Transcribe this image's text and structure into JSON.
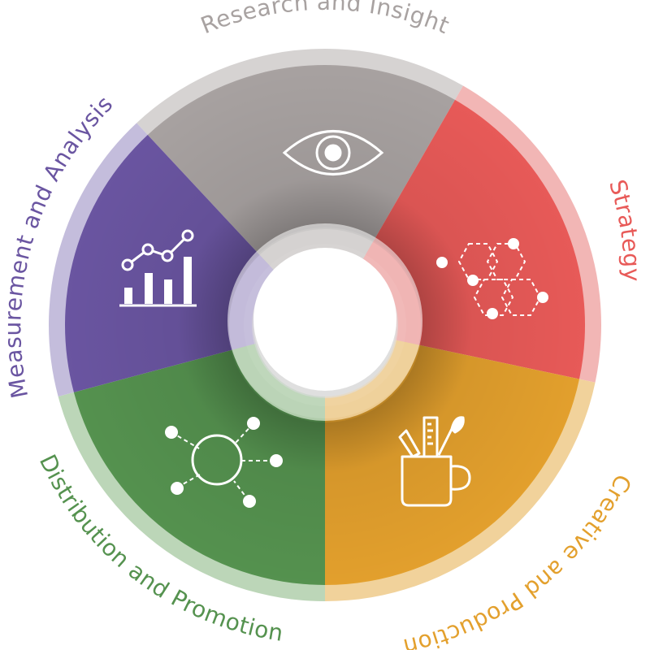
{
  "diagram": {
    "segments": [
      {
        "key": "research",
        "label": "Research and Insight",
        "color": "#a8a2a1",
        "outer_ring_color": "#d6d3d2",
        "label_color": "#a8a2a1",
        "icon": "eye-icon"
      },
      {
        "key": "strategy",
        "label": "Strategy",
        "color": "#e85a58",
        "outer_ring_color": "#f2b6b5",
        "label_color": "#e85a58",
        "icon": "connected-hexagons-icon"
      },
      {
        "key": "creative",
        "label": "Creative and Production",
        "color": "#e3a02d",
        "outer_ring_color": "#f1d29b",
        "label_color": "#e3a02d",
        "icon": "pencil-cup-icon"
      },
      {
        "key": "distribution",
        "label": "Distribution and Promotion",
        "color": "#55924f",
        "outer_ring_color": "#bcd6b8",
        "label_color": "#55924f",
        "icon": "network-hub-icon"
      },
      {
        "key": "measurement",
        "label": "Measurement and Analysis",
        "color": "#6a55a1",
        "outer_ring_color": "#c4bddc",
        "label_color": "#6a55a1",
        "icon": "bar-line-chart-icon"
      }
    ]
  }
}
